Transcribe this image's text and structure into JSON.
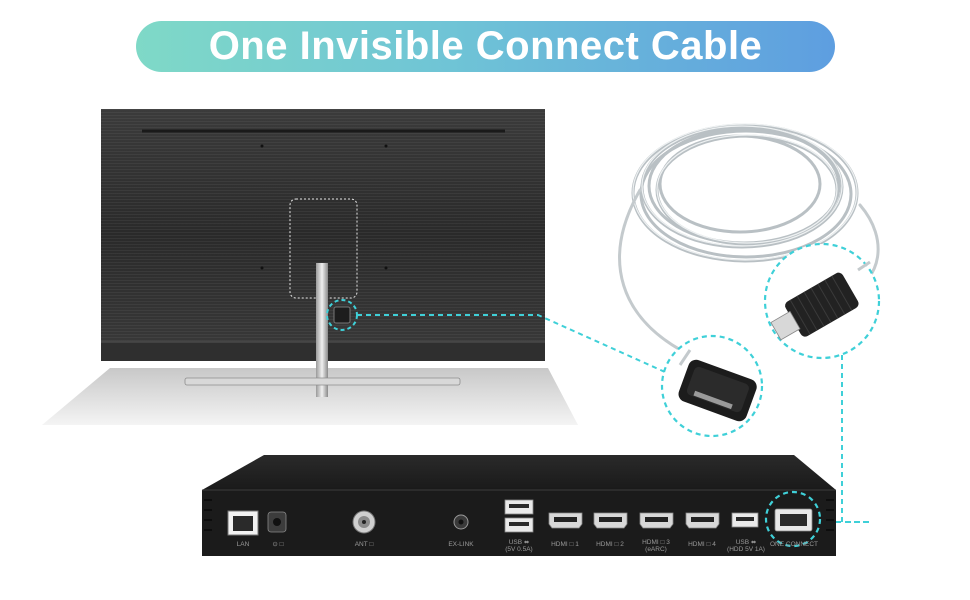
{
  "header": {
    "title": "One Invisible Connect Cable"
  },
  "ports": [
    {
      "label": "LAN"
    },
    {
      "label": "⊙ □"
    },
    {
      "label": "ANT □"
    },
    {
      "label": "EX-LINK"
    },
    {
      "label": "USB ⬌",
      "sub": "(5V 0.5A)"
    },
    {
      "label": "HDMI □ 1"
    },
    {
      "label": "HDMI □ 2"
    },
    {
      "label": "HDMI □ 3",
      "sub": "(eARC)"
    },
    {
      "label": "HDMI □ 4"
    },
    {
      "label": "USB ⬌",
      "sub": "(HDD 5V 1A)"
    },
    {
      "label": "ONE CONNECT"
    }
  ],
  "colors": {
    "accent_dashed": "#3fd0d8",
    "banner_start": "#7fd9c7",
    "banner_end": "#5e9ee0"
  }
}
